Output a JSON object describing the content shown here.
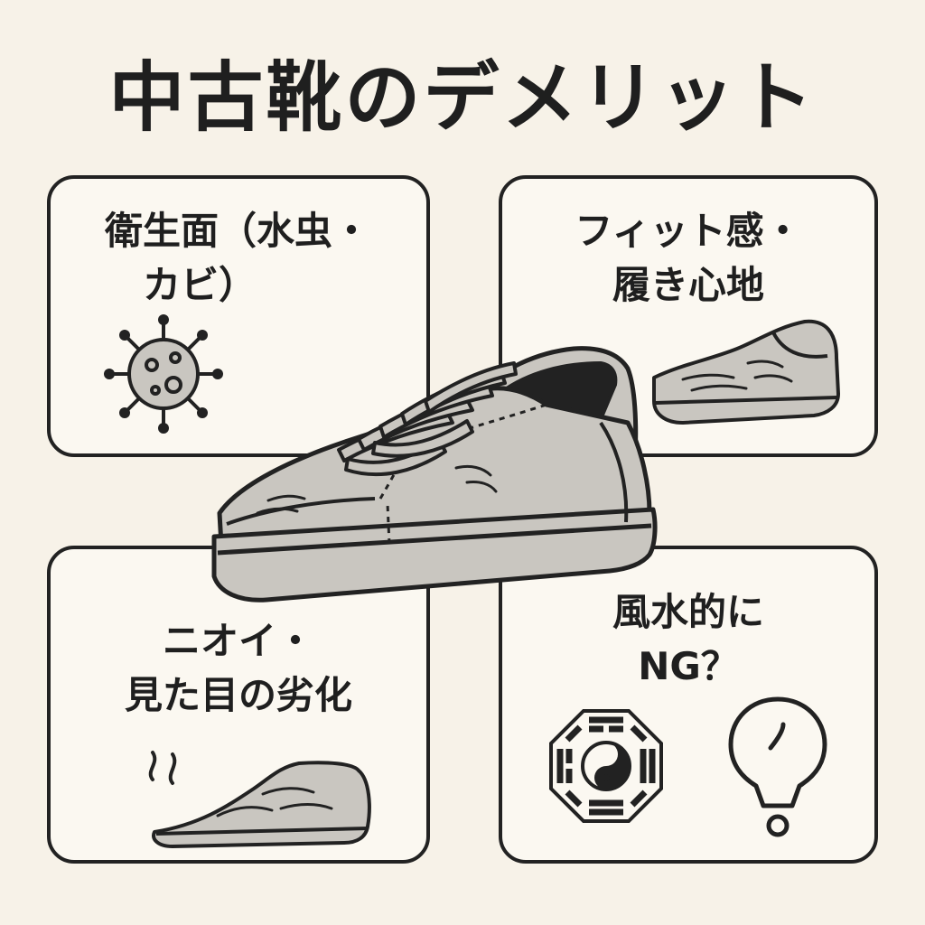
{
  "title": "中古靴のデメリット",
  "cards": {
    "hygiene": {
      "line1": "衛生面（水虫・",
      "line2": "カビ）",
      "icon": "virus-icon"
    },
    "fit": {
      "line1": "フィット感・",
      "line2": "履き心地",
      "icon": "slip-on-shoe-icon"
    },
    "smell": {
      "line1": "ニオイ・",
      "line2": "見た目の劣化",
      "icon": "smelly-shoe-icon"
    },
    "fengshui": {
      "line1": "風水的に",
      "line2": "NG？",
      "icons": [
        "bagua-icon",
        "lightbulb-icon"
      ]
    }
  },
  "center_image": "sneaker-icon",
  "colors": {
    "background": "#f7f2e8",
    "ink": "#222222",
    "shoe": "#c9c6c0"
  }
}
